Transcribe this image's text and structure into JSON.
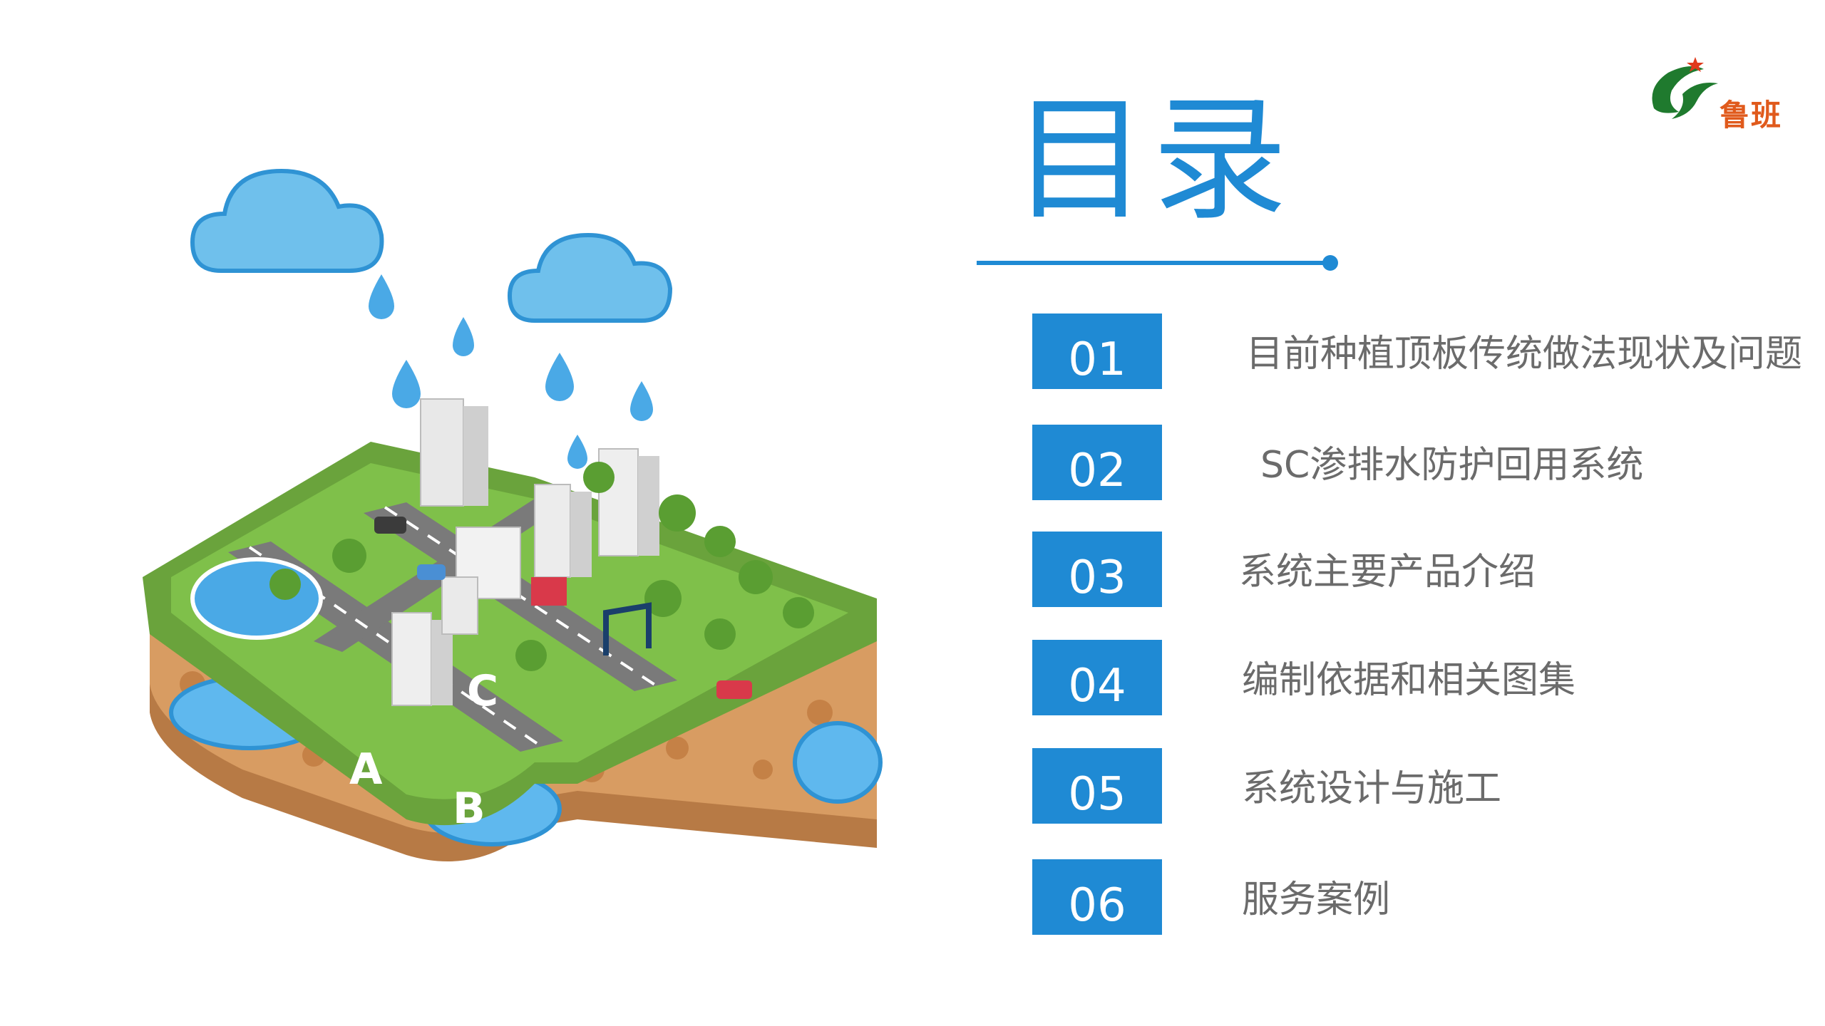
{
  "brand": {
    "logo_text": "鲁班",
    "colors": {
      "accent": "#1f8ad4",
      "logo_green": "#1f7a2e",
      "logo_orange": "#e05a1c"
    }
  },
  "title": "目录",
  "toc": [
    {
      "number": "01",
      "label": "目前种植顶板传统做法现状及问题"
    },
    {
      "number": "02",
      "label": "SC渗排水防护回用系统"
    },
    {
      "number": "03",
      "label": "系统主要产品介绍"
    },
    {
      "number": "04",
      "label": "编制依据和相关图集"
    },
    {
      "number": "05",
      "label": "系统设计与施工"
    },
    {
      "number": "06",
      "label": "服务案例"
    }
  ],
  "illustration": {
    "zone_labels": [
      "A",
      "B",
      "C"
    ]
  }
}
